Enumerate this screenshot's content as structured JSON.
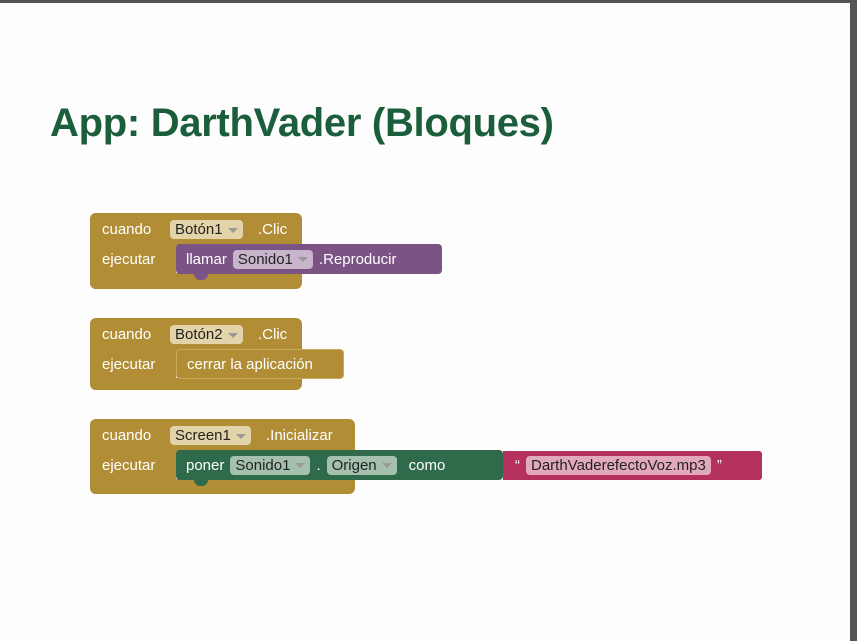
{
  "title": "App: DarthVader (Bloques)",
  "colors": {
    "event": "#b18e35",
    "call": "#7c5385",
    "setter": "#2f6a4a",
    "text": "#b4305f",
    "title": "#1b5e3b"
  },
  "blocks": [
    {
      "when": "cuando",
      "component": "Botón1",
      "event": ".Clic",
      "do": "ejecutar",
      "stmt": {
        "call": "llamar",
        "component": "Sonido1",
        "method": ".Reproducir"
      }
    },
    {
      "when": "cuando",
      "component": "Botón2",
      "event": ".Clic",
      "do": "ejecutar",
      "stmt": {
        "label": "cerrar la aplicación"
      }
    },
    {
      "when": "cuando",
      "component": "Screen1",
      "event": ".Inicializar",
      "do": "ejecutar",
      "stmt": {
        "set": "poner",
        "component": "Sonido1",
        "dot": ".",
        "property": "Origen",
        "as": "como",
        "open_quote": "“",
        "value": "DarthVaderefectoVoz.mp3",
        "close_quote": "”"
      }
    }
  ]
}
